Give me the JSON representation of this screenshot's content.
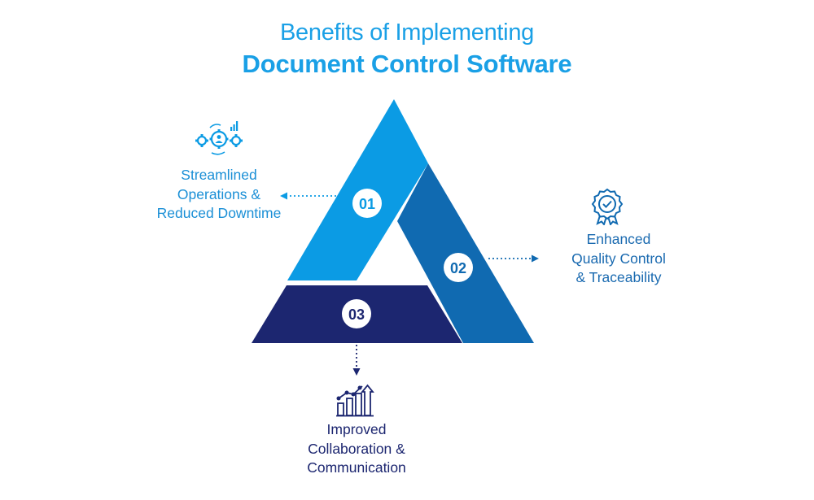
{
  "title": {
    "line1": "Benefits of Implementing",
    "line2": "Document Control Software"
  },
  "segments": [
    {
      "number": "01",
      "label_lines": [
        "Streamlined",
        "Operations &",
        "Reduced Downtime"
      ],
      "icon": "gears-icon",
      "color": "#0b9be4"
    },
    {
      "number": "02",
      "label_lines": [
        "Enhanced",
        "Quality Control",
        "& Traceability"
      ],
      "icon": "quality-badge-icon",
      "color": "#106ab1"
    },
    {
      "number": "03",
      "label_lines": [
        "Improved",
        "Collaboration &",
        "Communication"
      ],
      "icon": "growth-chart-icon",
      "color": "#1c2670"
    }
  ]
}
